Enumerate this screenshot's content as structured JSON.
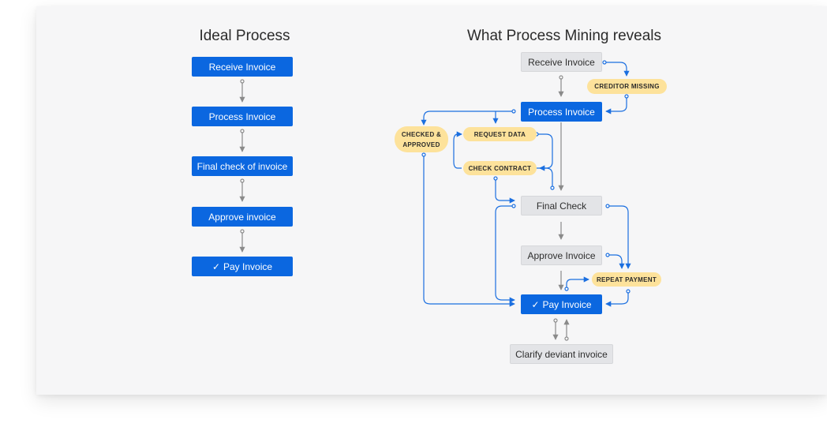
{
  "ideal": {
    "title": "Ideal Process",
    "steps": [
      "Receive Invoice",
      "Process Invoice",
      "Final check of invoice",
      "Approve invoice",
      "Pay Invoice"
    ]
  },
  "mining": {
    "title": "What Process Mining reveals",
    "nodes": {
      "receive": "Receive Invoice",
      "process": "Process Invoice",
      "final_check": "Final Check",
      "approve": "Approve Invoice",
      "pay": "Pay Invoice",
      "clarify": "Clarify deviant invoice"
    },
    "tags": {
      "creditor_missing": "CREDITOR MISSING",
      "checked_approved_1": "CHECKED &",
      "checked_approved_2": "APPROVED",
      "request_data": "REQUEST DATA",
      "check_contract": "CHECK CONTRACT",
      "repeat_payment": "REPEAT PAYMENT"
    }
  },
  "icons": {
    "pay_check": "check-icon"
  },
  "colors": {
    "blue": "#0b67e0",
    "grey": "#e3e4e7",
    "tag": "#fde29b",
    "connector_blue": "#1b6fe0",
    "connector_grey": "#8a8a8a"
  }
}
